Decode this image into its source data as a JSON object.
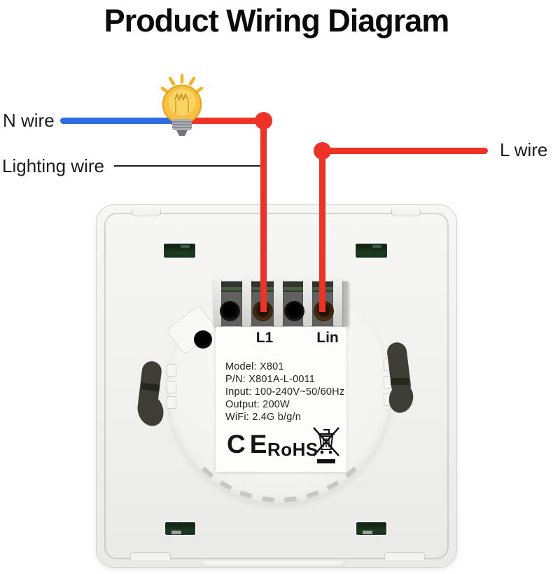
{
  "title": "Product Wiring Diagram",
  "diagram": {
    "labels": {
      "n_wire": "N wire",
      "lighting_wire": "Lighting wire",
      "l_wire": "L wire"
    },
    "colors": {
      "neutral_wire_blue": "#2f6ce0",
      "live_wire_red": "#ee3226",
      "mount_slot_green": "#14301a"
    },
    "icons": {
      "bulb": "light-bulb-icon",
      "weee": "crossed-out-wheelie-bin-icon"
    }
  },
  "switch_back": {
    "terminal_labels": {
      "l1": "L1",
      "lin": "Lin"
    },
    "specs": [
      "Model: X801",
      "P/N: X801A-L-0011",
      "Input: 100-240V~50/60Hz",
      "Output: 200W",
      "WiFi: 2.4G b/g/n"
    ],
    "certifications": {
      "ce_mark": "CE",
      "rohs": "RoHS"
    }
  }
}
